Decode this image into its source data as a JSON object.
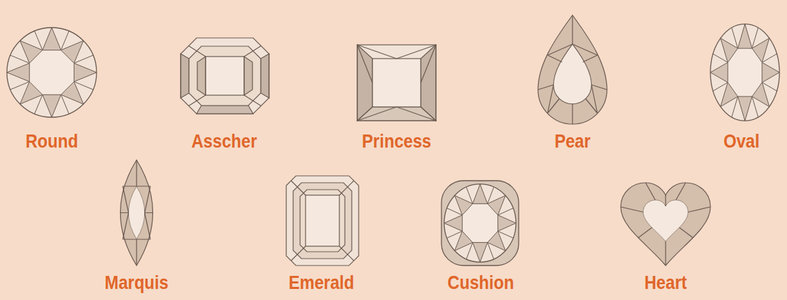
{
  "diagram": {
    "labels": [
      "Round",
      "Asscher",
      "Princess",
      "Pear",
      "Oval",
      "Marquis",
      "Emerald",
      "Cushion",
      "Heart"
    ]
  }
}
